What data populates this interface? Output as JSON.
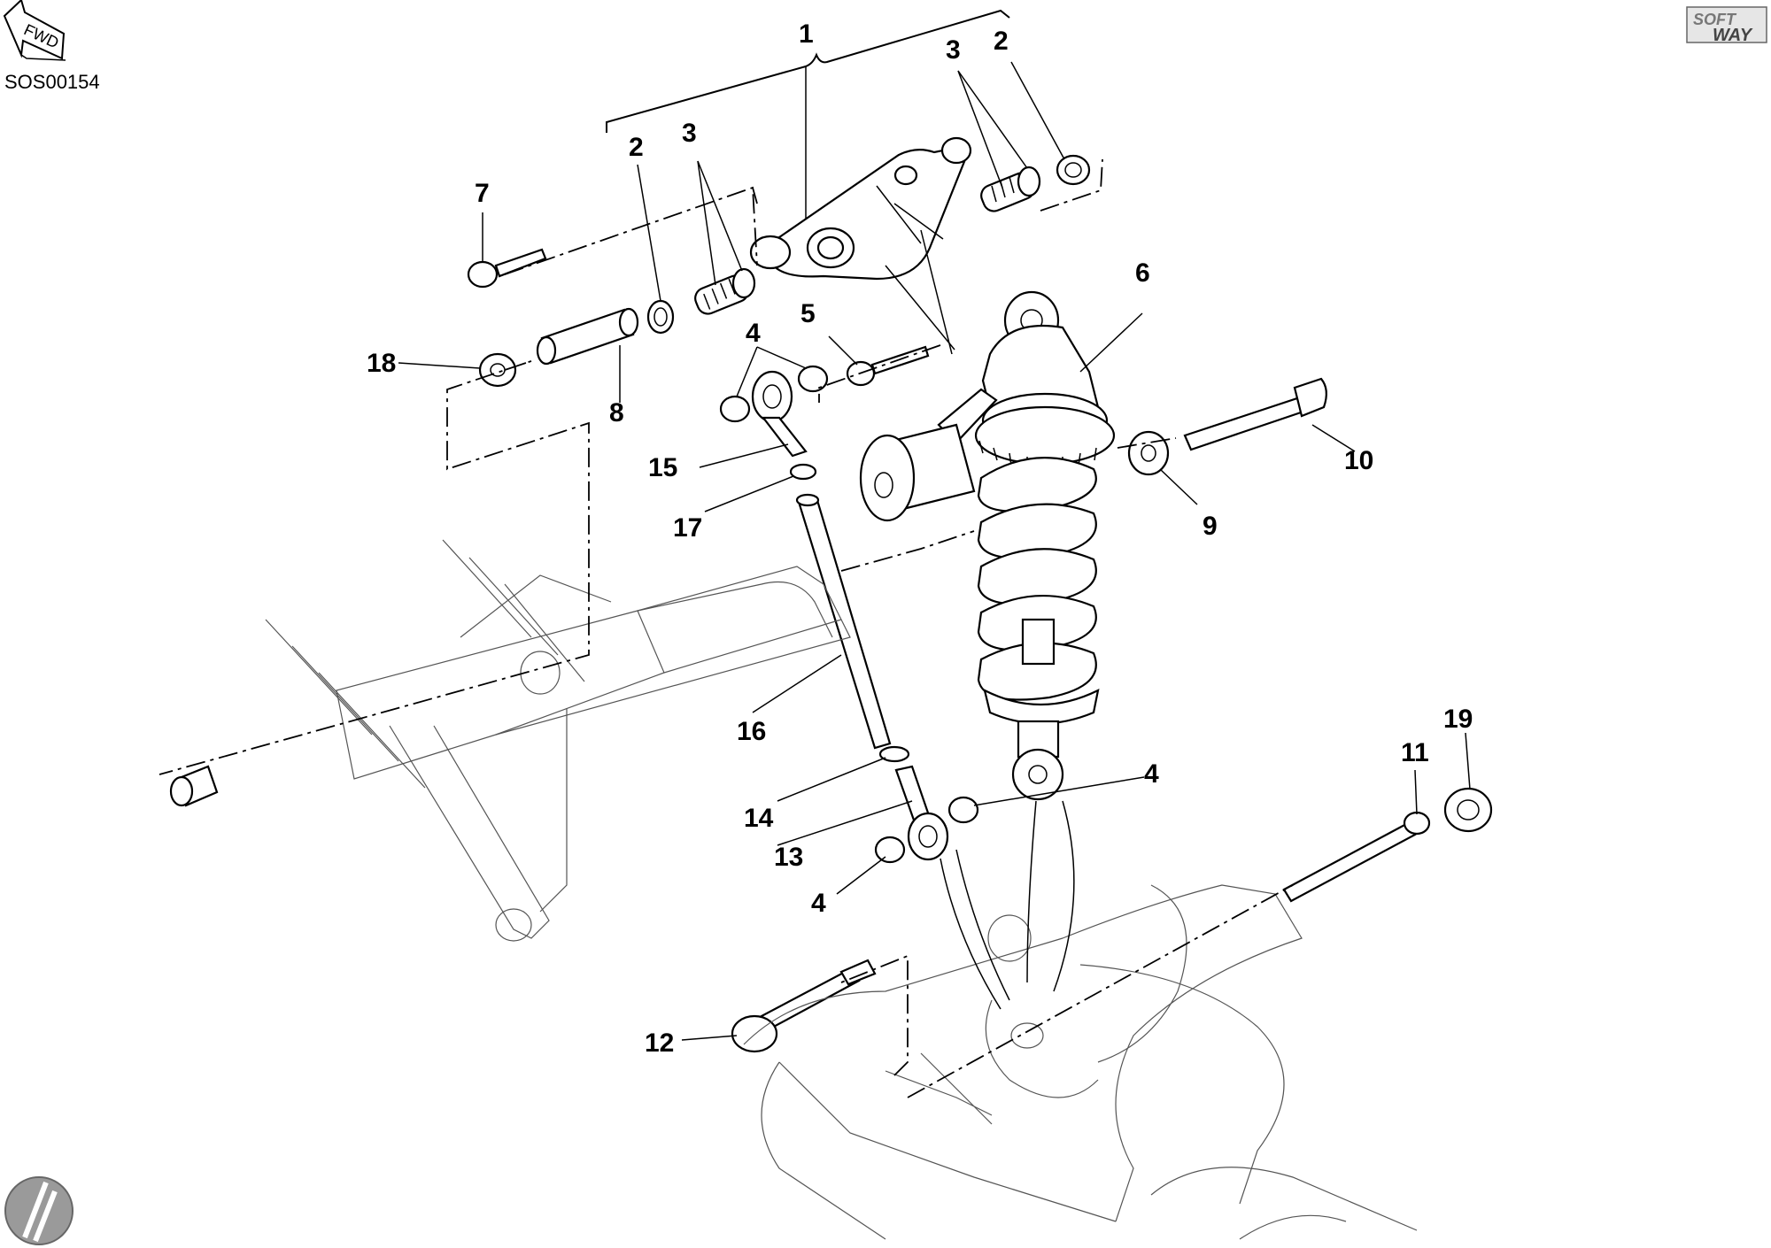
{
  "drawing_code": "SOS00154",
  "fwd_label": "FWD",
  "brand": {
    "top": "SOFT",
    "bottom": "WAY"
  },
  "callouts": {
    "c1": "1",
    "c2a": "2",
    "c2b": "2",
    "c3a": "3",
    "c3b": "3",
    "c4a": "4",
    "c4b": "4",
    "c4c": "4",
    "c5": "5",
    "c6": "6",
    "c7": "7",
    "c8": "8",
    "c9": "9",
    "c10": "10",
    "c11": "11",
    "c12": "12",
    "c13": "13",
    "c14": "14",
    "c15": "15",
    "c16": "16",
    "c17": "17",
    "c18": "18",
    "c19": "19"
  }
}
